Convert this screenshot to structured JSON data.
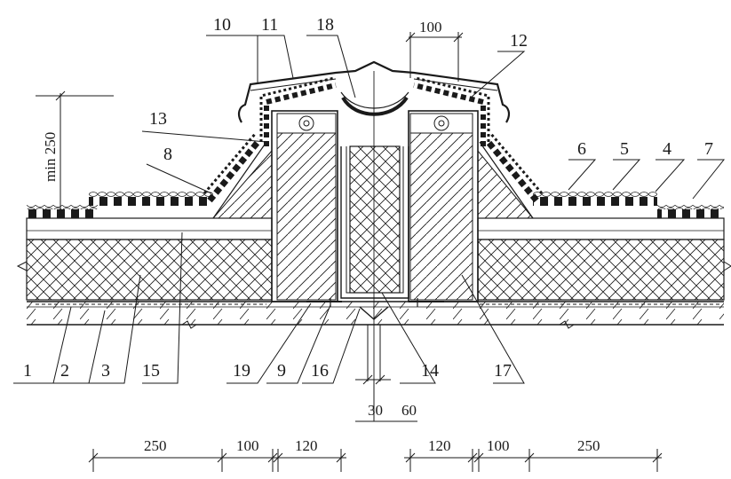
{
  "labels": {
    "n1": "1",
    "n2": "2",
    "n3": "3",
    "n4": "4",
    "n5": "5",
    "n6": "6",
    "n7": "7",
    "n8": "8",
    "n9": "9",
    "n10": "10",
    "n11": "11",
    "n12": "12",
    "n13": "13",
    "n14": "14",
    "n15": "15",
    "n16": "16",
    "n17": "17",
    "n18": "18",
    "n19": "19"
  },
  "dimensions": {
    "top_100": "100",
    "min_250": "min 250",
    "gap_30": "30",
    "gap_60": "60",
    "left_250": "250",
    "left_100": "100",
    "left_120": "120",
    "right_120": "120",
    "right_100": "100",
    "right_250": "250"
  },
  "colors": {
    "line": "#1a1a1a",
    "background": "#ffffff"
  }
}
